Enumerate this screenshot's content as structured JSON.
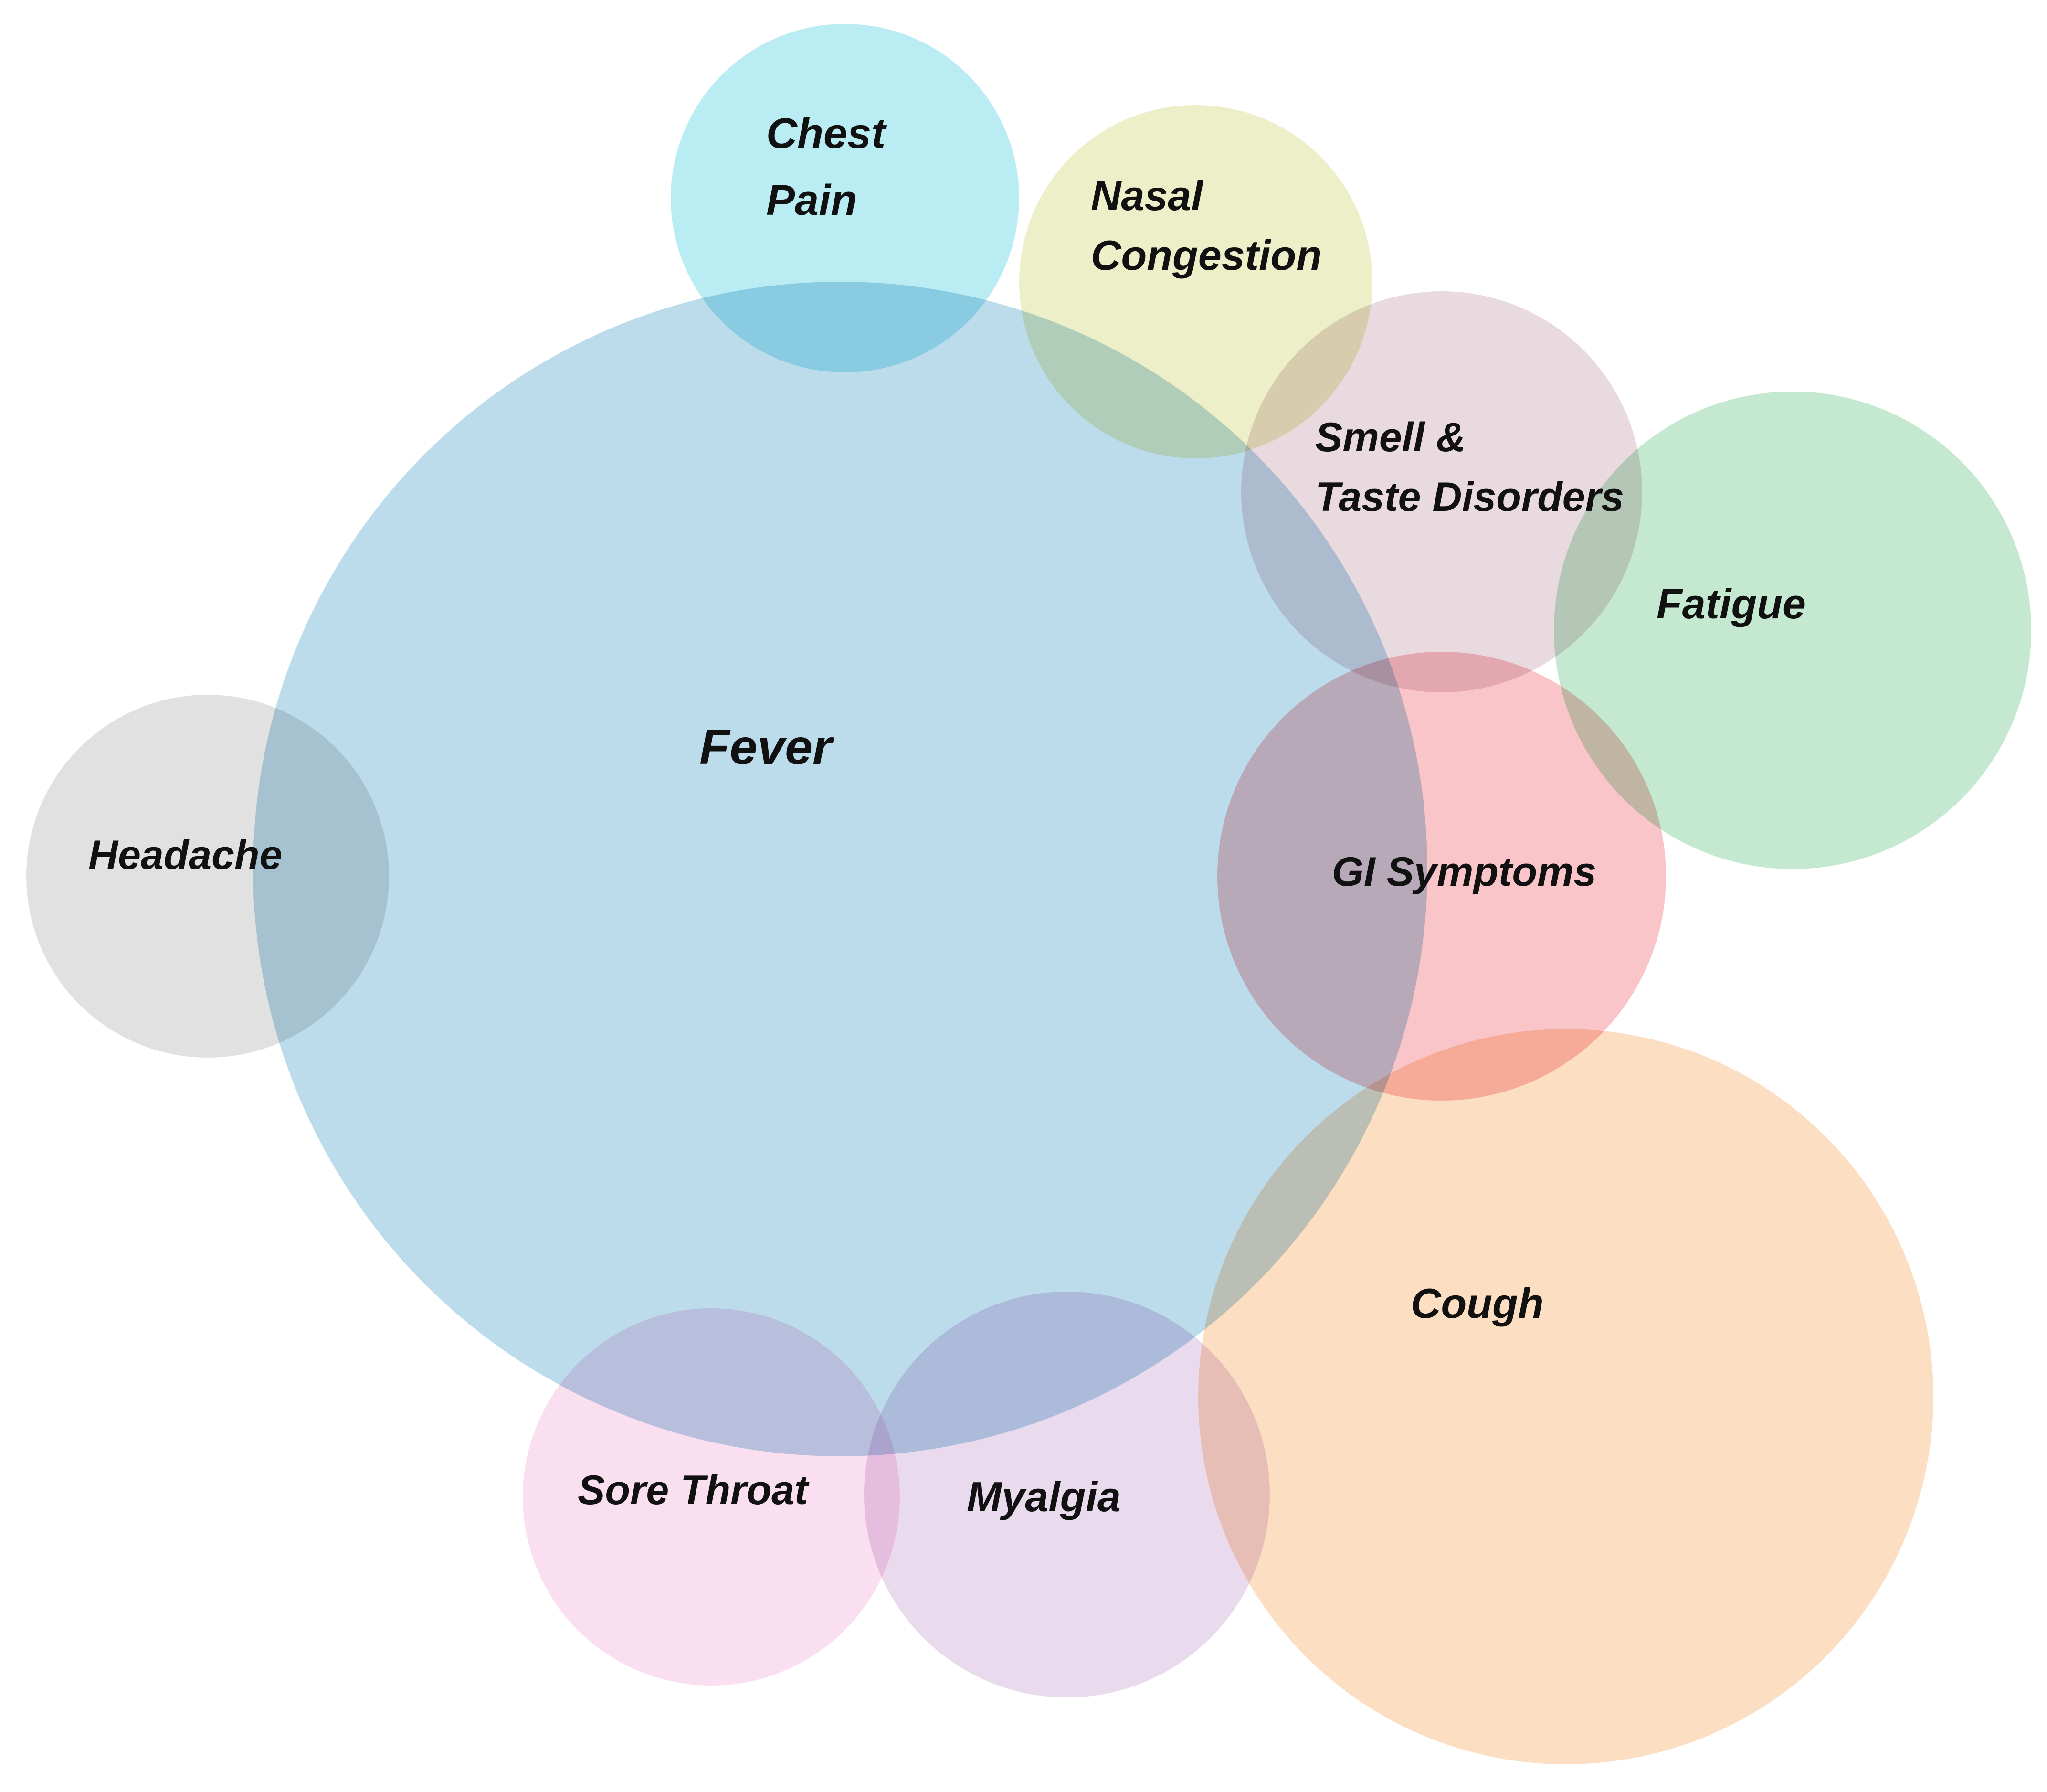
{
  "diagram": {
    "bubbles": [
      {
        "id": "fever",
        "label_lines": [
          "Fever"
        ],
        "color": "#a9d1e6"
      },
      {
        "id": "chest-pain",
        "label_lines": [
          "Chest",
          "Pain"
        ],
        "color": "#a6e8ef"
      },
      {
        "id": "nasal-congestion",
        "label_lines": [
          "Nasal",
          "Congestion"
        ],
        "color": "#e8eab9"
      },
      {
        "id": "smell-taste",
        "label_lines": [
          "Smell &",
          "Taste Disorders"
        ],
        "color": "#e3d0d6"
      },
      {
        "id": "fatigue",
        "label_lines": [
          "Fatigue"
        ],
        "color": "#b5e3c3"
      },
      {
        "id": "headache",
        "label_lines": [
          "Headache"
        ],
        "color": "#d9d9d9"
      },
      {
        "id": "gi-symptoms",
        "label_lines": [
          "GI Symptoms"
        ],
        "color": "#f7b5b8"
      },
      {
        "id": "cough",
        "label_lines": [
          "Cough"
        ],
        "color": "#fbd5b2"
      },
      {
        "id": "sore-throat",
        "label_lines": [
          "Sore Throat"
        ],
        "color": "#f8d6ec"
      },
      {
        "id": "myalgia",
        "label_lines": [
          "Myalgia"
        ],
        "color": "#e4cfe8"
      }
    ]
  }
}
